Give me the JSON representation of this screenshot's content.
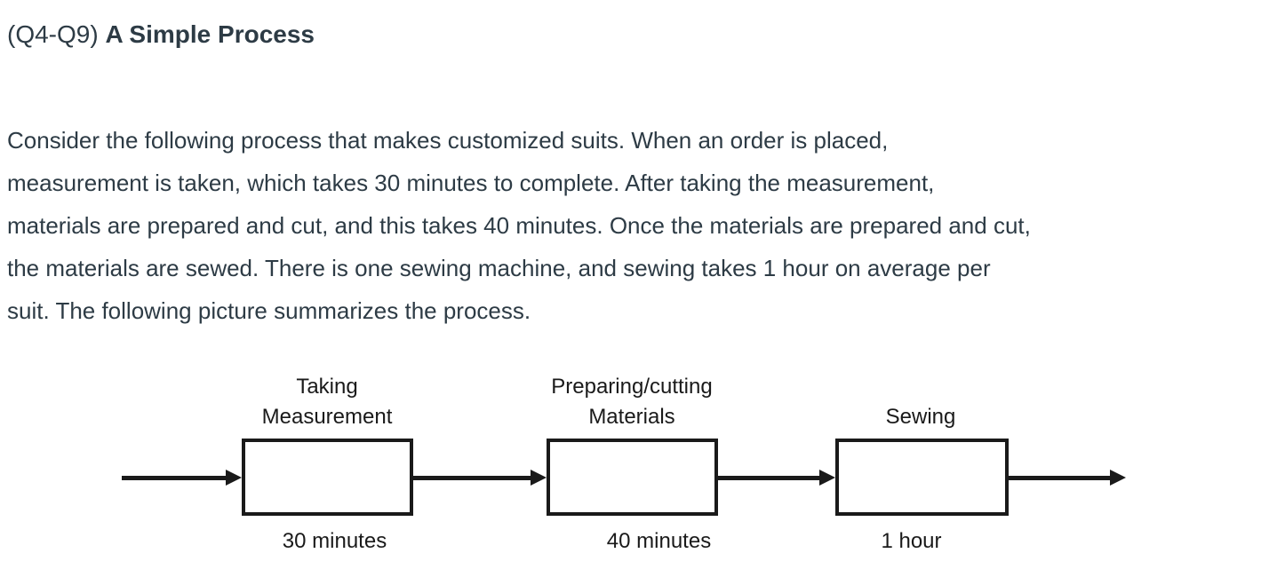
{
  "header": {
    "prefix": "(Q4-Q9) ",
    "title": "A Simple Process"
  },
  "body": {
    "lines": [
      "Consider the following process that makes customized suits. When an order is placed,",
      "measurement is taken, which takes 30 minutes to complete. After taking the measurement,",
      "materials are prepared and cut, and this takes 40 minutes. Once the materials are prepared and cut,",
      "the materials are sewed. There is one sewing machine, and sewing takes 1 hour on average per",
      "suit. The following picture summarizes the process."
    ]
  },
  "diagram": {
    "type": "process-flow",
    "direction": "left-to-right",
    "steps": [
      {
        "label": "Taking\nMeasurement",
        "time": "30 minutes"
      },
      {
        "label": "Preparing/cutting\nMaterials",
        "time": "40 minutes"
      },
      {
        "label": "Sewing",
        "time": "1 hour"
      }
    ],
    "connections": [
      "input -> Taking Measurement",
      "Taking Measurement -> Preparing/cutting Materials",
      "Preparing/cutting Materials -> Sewing",
      "Sewing -> output"
    ]
  },
  "colors": {
    "background": "#ffffff",
    "body_text": "#2d3b45",
    "diagram_ink": "#1a1a1a"
  }
}
